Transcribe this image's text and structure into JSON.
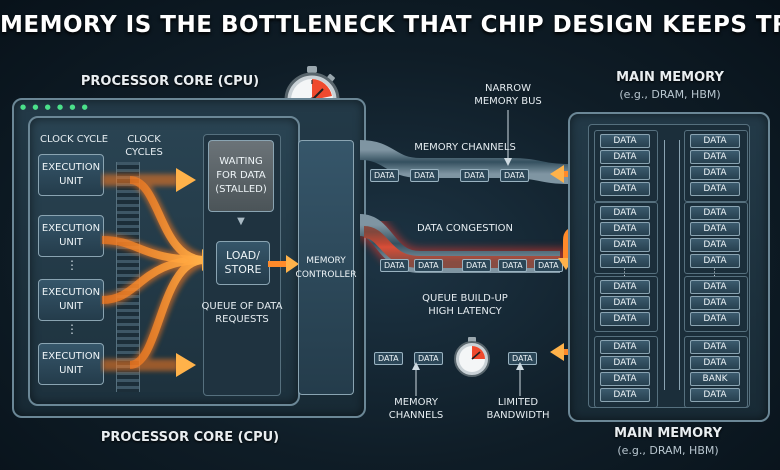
{
  "title": "MEMORY IS THE BOTTLENECK THAT CHIP DESIGN KEEPS TRYING TO SOLVE",
  "cpu": {
    "title_top": "PROCESSOR CORE (CPU)",
    "title_bottom": "PROCESSOR CORE (CPU)",
    "clock_cycle": "CLOCK CYCLE",
    "clock_cycles": "CLOCK CYCLES",
    "exec_unit": "EXECUTION UNIT",
    "waiting": "WAITING FOR DATA (STALLED)",
    "load_store": "LOAD/ STORE",
    "queue": "QUEUE OF DATA REQUESTS",
    "mem_controller": "MEMORY CONTROLLER"
  },
  "bus": {
    "narrow_bus": "NARROW MEMORY BUS",
    "channels_top": "MEMORY CHANNELS",
    "congestion": "DATA CONGESTION",
    "queue_latency_1": "QUEUE BUILD-UP",
    "queue_latency_2": "HIGH LATENCY",
    "channels_bottom": "MEMORY CHANNELS",
    "limited_bw": "LIMITED BANDWIDTH",
    "packet": "DATA"
  },
  "memory": {
    "title_top": "MAIN MEMORY",
    "subtitle_top": "(e.g., DRAM, HBM)",
    "title_bottom": "MAIN MEMORY",
    "subtitle_bottom": "(e.g., DRAM, HBM)",
    "cell": "DATA",
    "bank": "BANK"
  },
  "colors": {
    "orange": "#ff8a2a",
    "red": "#ff3b2a",
    "steel": "#6b8796"
  },
  "icons": [
    "stopwatch-icon",
    "clock-icon"
  ]
}
